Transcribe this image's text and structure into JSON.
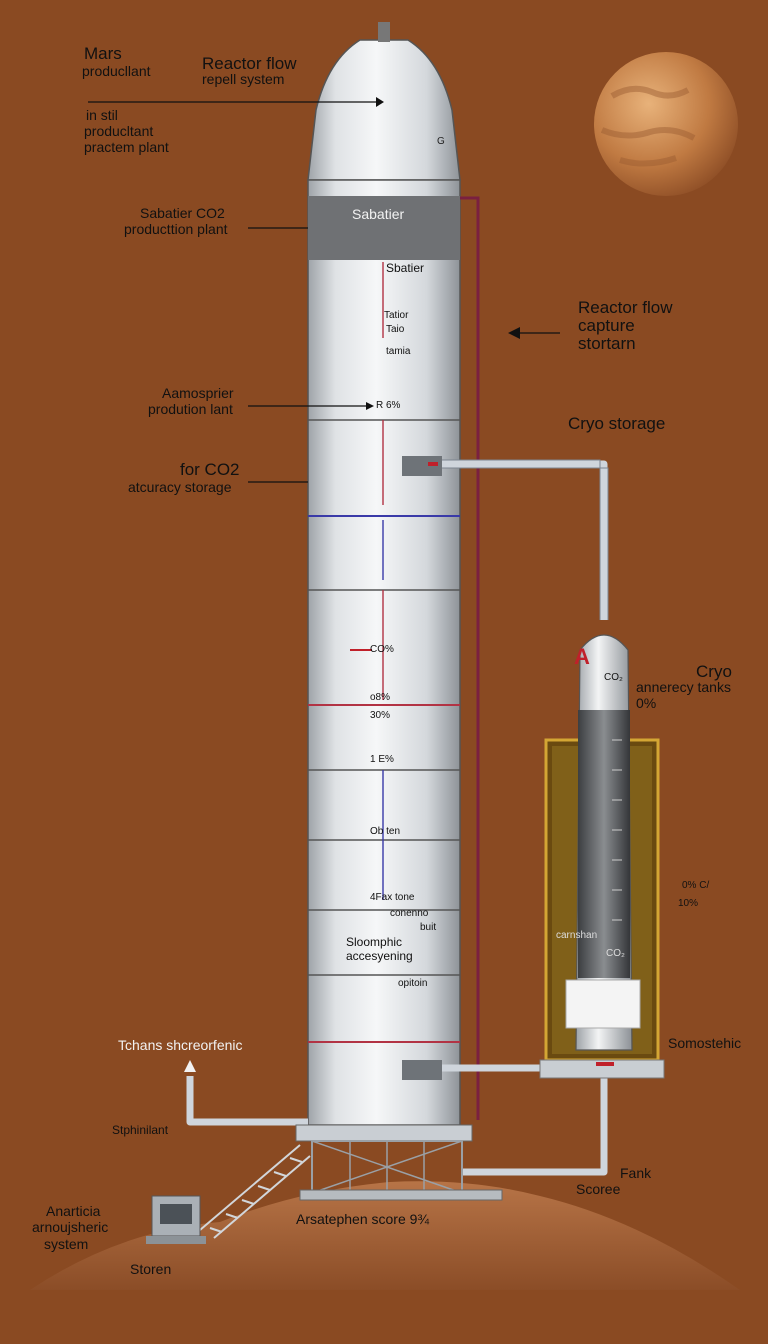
{
  "colors": {
    "background": "#8a4a22",
    "rocket_body": "#e4e6e8",
    "rocket_shadow": "#a9adb1",
    "band_dark": "#6f7174",
    "pipe": "#cfd5dc",
    "red_wire": "#9a2233",
    "tank_gold": "#b88a1a",
    "mars": "#c8864c",
    "ground": "#a4643a"
  },
  "labels": {
    "mars_title": "Mars",
    "mars_sub": "producllant",
    "reactor_top_1": "Reactor flow",
    "reactor_top_2": "repell system",
    "insitu_1": "in stil",
    "insitu_2": "producltant",
    "insitu_3": "practem plant",
    "g_mark": "G",
    "sabatier_1": "Sabatier CO2",
    "sabatier_2": "producttion plant",
    "sabatier_band": "Sabatier",
    "sbatier": "Sbatier",
    "tatior": "Tatior",
    "taio": "Taio",
    "tamia": "tamia",
    "atmos_1": "Aamosprier",
    "atmos_2": "prodution lant",
    "r_pct": "R 6%",
    "forco2_1": "for CO2",
    "forco2_2": "atcuracy storage",
    "reactor_right_1": "Reactor flow",
    "reactor_right_2": "capture",
    "reactor_right_3": "stortarn",
    "cryo_storage": "Cryo storage",
    "co_pct": "CO%",
    "o_pct": "o8%",
    "pct_30": "30%",
    "pct_1e": "1 E%",
    "ob_ten": "Ob ten",
    "fax_tone": "4Fax tone",
    "conenno": "conenno",
    "buit": "buit",
    "stoom_1": "Sloomphic",
    "stoom_2": "accesyening",
    "opitoin": "opitoin",
    "cryo_1": "Cryo",
    "cryo_2": "annerecy tanks",
    "cryo_3": "0%",
    "co_tank": "CO₂",
    "pct_side_1": "0% C/",
    "pct_side_2": "10%",
    "carnshan": "carnshan",
    "co_small": "CO₂",
    "tchans": "Tchans shcreorfenic",
    "somostehic": "Somostehic",
    "stphinilant": "Stphinilant",
    "fank": "Fank",
    "scoree": "Scoree",
    "anarticia_1": "Anarticia",
    "anarticia_2": "arnoujsheric",
    "anarticia_3": "system",
    "arsatephen": "Arsatephen score 9¾",
    "storen": "Storen"
  }
}
